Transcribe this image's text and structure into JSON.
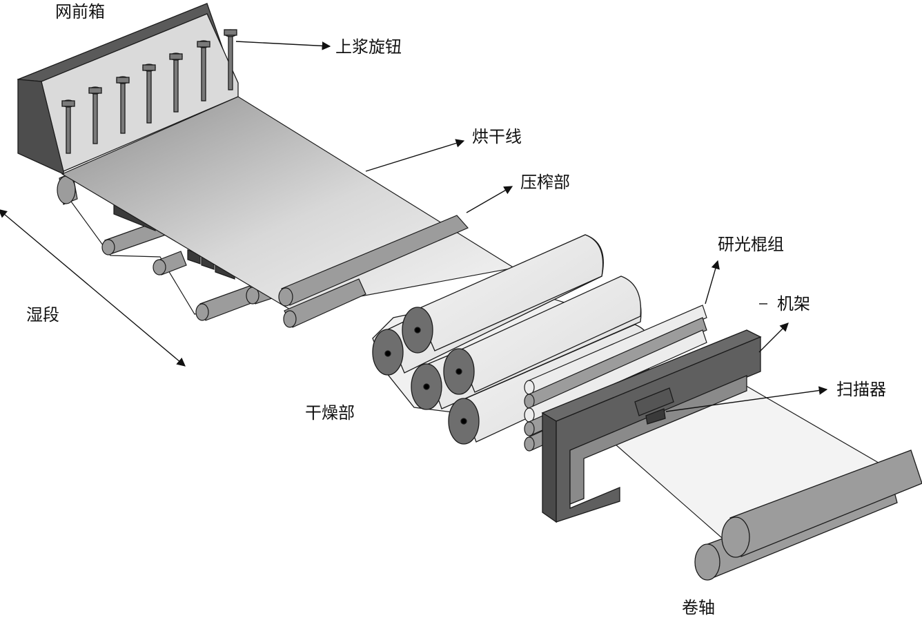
{
  "diagram": {
    "labels": {
      "headbox": "网前箱",
      "slice_knob": "上浆旋钮",
      "drying_line": "烘干线",
      "press_section": "压榨部",
      "wet_section": "湿段",
      "calender_stack": "研光棍组",
      "frame": "机架",
      "scanner": "扫描器",
      "dryer_section": "干燥部",
      "reel": "卷轴"
    },
    "colors": {
      "outline": "#1a1a1a",
      "headbox_dark": "#4a4a4a",
      "headbox_light": "#d9d9d9",
      "sheet_light": "#f3f3f3",
      "sheet_dark": "#9a9a9a",
      "roll_gray": "#9c9c9c",
      "roll_light": "#ececec",
      "frame_dark": "#555555"
    }
  }
}
